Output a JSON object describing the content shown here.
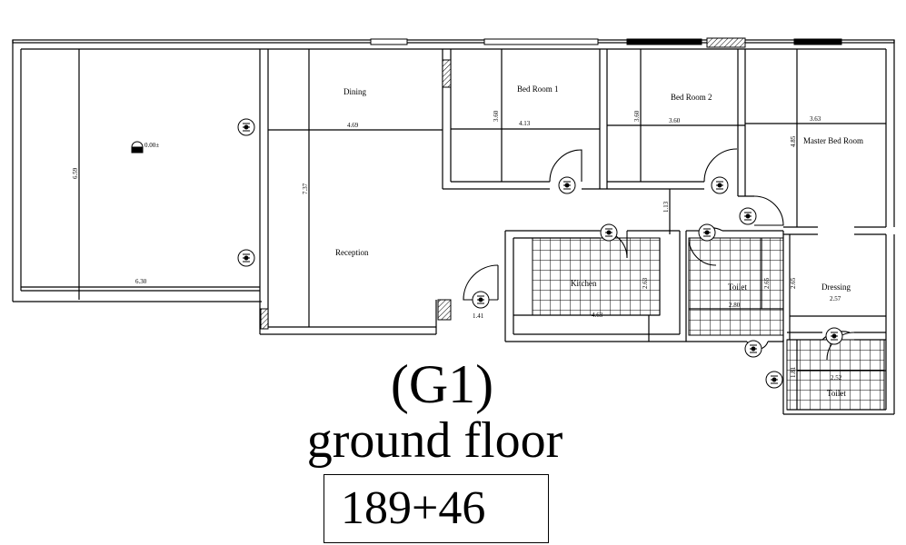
{
  "rooms": {
    "dining": "Dining",
    "bedroom1": "Bed Room 1",
    "bedroom2": "Bed Room 2",
    "master": "Master Bed Room",
    "reception": "Reception",
    "kitchen": "Kitchen",
    "toilet1": "Toilet",
    "dressing": "Dressing",
    "toilet2": "Toilet"
  },
  "dimensions": {
    "terrace_width": "6.30",
    "terrace_depth": "6.59",
    "level": "0.00±",
    "dining_width": "4.69",
    "reception_depth": "7.37",
    "bed1_depth": "3.60",
    "bed1_width": "4.13",
    "bed2_depth": "3.60",
    "bed2_width": "3.60",
    "master_width": "3.63",
    "master_depth": "4.85",
    "corridor": "1.13",
    "entry": "1.41",
    "kitchen_width": "4.63",
    "kitchen_depth": "2.63",
    "toilet_width": "2.80",
    "toilet_depth": "2.65",
    "dressing_depth": "2.65",
    "dressing_width": "2.57",
    "toilet2_depth": "1.81",
    "toilet2_width": "2.52"
  },
  "caption": {
    "id": "(G1)",
    "floor": "ground floor",
    "area": "189+46"
  }
}
